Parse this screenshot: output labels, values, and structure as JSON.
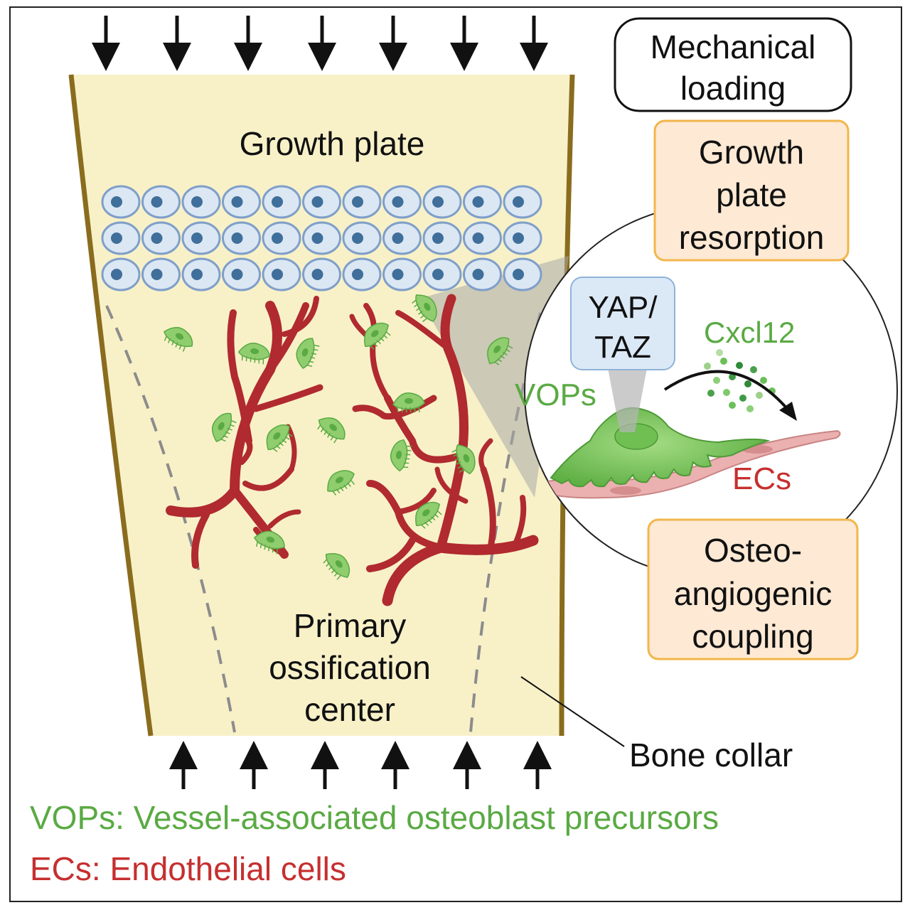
{
  "labels": {
    "mechanical_loading": [
      "Mechanical",
      "loading"
    ],
    "growth_plate": "Growth plate",
    "growth_plate_resorption": [
      "Growth",
      "plate",
      "resorption"
    ],
    "yap_taz": [
      "YAP/",
      "TAZ"
    ],
    "cxcl12": "Cxcl12",
    "vops": "VOPs",
    "ecs": "ECs",
    "osteo_angiogenic_coupling": [
      "Osteo-",
      "angiogenic",
      "coupling"
    ],
    "primary_ossification_center": [
      "Primary",
      "ossification",
      "center"
    ],
    "bone_collar": "Bone collar"
  },
  "legend": {
    "vops": "VOPs: Vessel-associated osteoblast precursors",
    "ecs": "ECs: Endothelial cells"
  },
  "colors": {
    "bone_fill": "#f8f1c8",
    "bone_outline": "#8a6c1e",
    "cell_fill": "#dce7f4",
    "cell_outline": "#7f9fc9",
    "nucleus": "#3f6f9a",
    "vessel": "#b02a2f",
    "vop_green": "#5aaa43",
    "vop_light": "#8fcd6e",
    "ec_pink": "#e8a8a8",
    "box_fill": "#fde9d4",
    "box_border": "#f2b64b",
    "yap_fill": "#dbe9f7",
    "legend_green": "#5aaa43",
    "legend_red": "#c62f2f"
  }
}
